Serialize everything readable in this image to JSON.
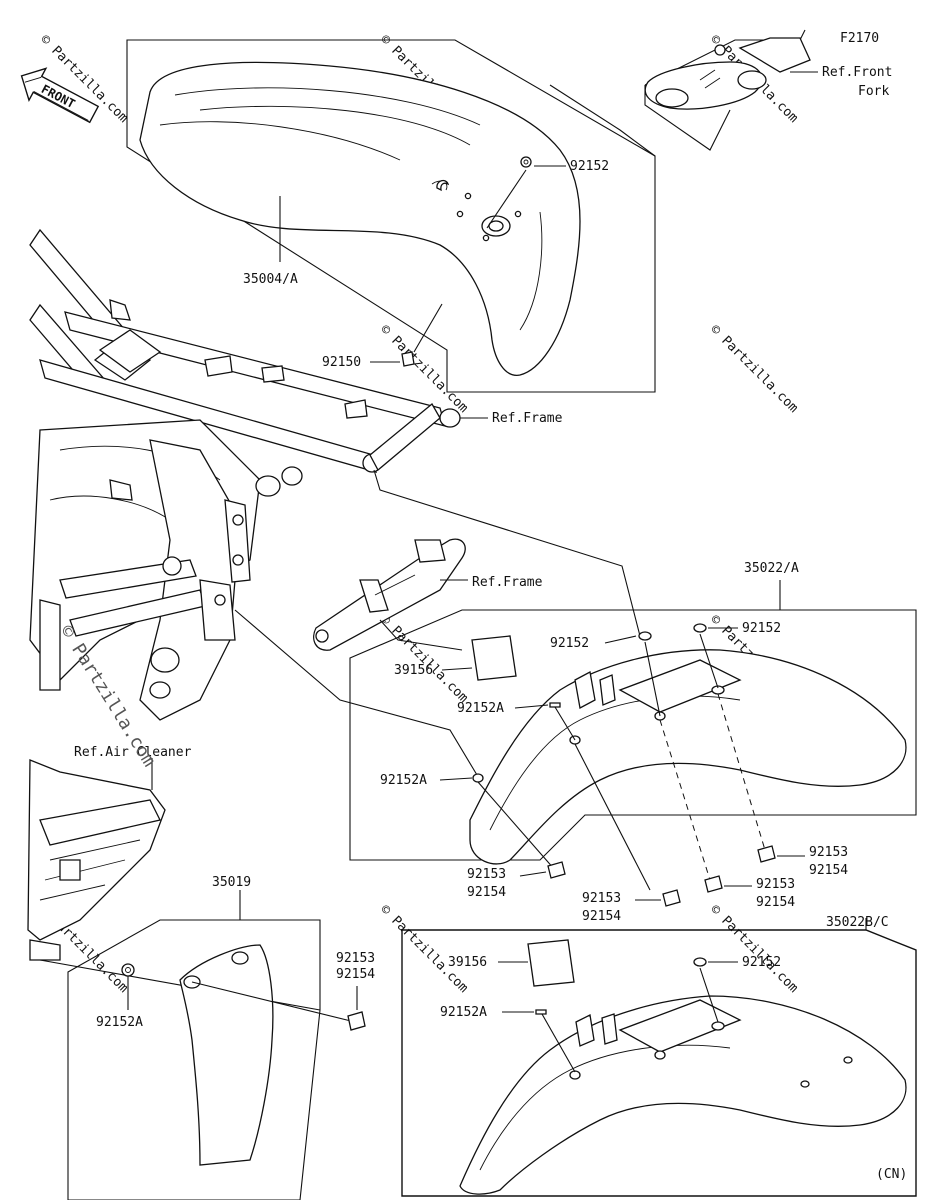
{
  "diagram": {
    "code": "F2170",
    "watermark": "© Partzilla.com",
    "front_label": "FRONT",
    "region_note": "(CN)"
  },
  "labels": {
    "ref_front_fork_1": "Ref.Front",
    "ref_front_fork_2": "Fork",
    "ref_frame_1": "Ref.Frame",
    "ref_frame_2": "Ref.Frame",
    "ref_air_cleaner": "Ref.Air Cleaner",
    "p_35004A": "35004/A",
    "p_92152_top": "92152",
    "p_92150": "92150",
    "p_35022A": "35022/A",
    "p_92152_a1": "92152",
    "p_92152_a2": "92152",
    "p_39156_a": "39156",
    "p_92152A_a1": "92152A",
    "p_92152A_a2": "92152A",
    "p_92153_a1": "92153",
    "p_92154_a1": "92154",
    "p_92153_a2": "92153",
    "p_92154_a2": "92154",
    "p_92153_a3": "92153",
    "p_92154_a3": "92154",
    "p_92153_a4": "92153",
    "p_92154_a4": "92154",
    "p_35019": "35019",
    "p_92153_b": "92153",
    "p_92154_b": "92154",
    "p_92152A_b": "92152A",
    "p_35022BC": "35022B/C",
    "p_39156_c": "39156",
    "p_92152_c": "92152",
    "p_92152A_c": "92152A"
  }
}
